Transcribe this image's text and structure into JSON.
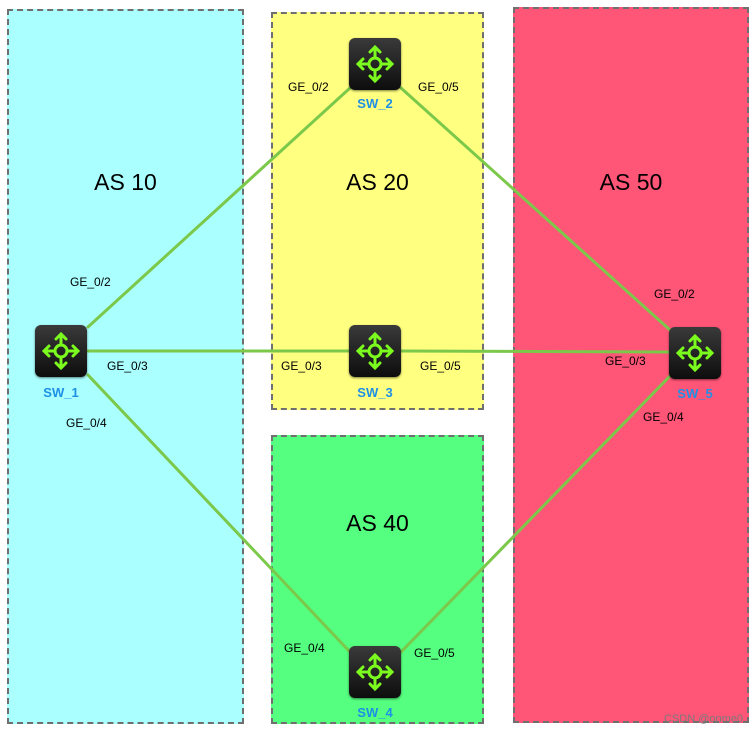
{
  "zones": {
    "as10": {
      "title": "AS 10",
      "color": "#aaffff"
    },
    "as20": {
      "title": "AS 20",
      "color": "#ffff80"
    },
    "as40": {
      "title": "AS 40",
      "color": "#55ff7f"
    },
    "as50": {
      "title": "AS 50",
      "color": "#ff5577"
    }
  },
  "switches": {
    "sw1": "SW_1",
    "sw2": "SW_2",
    "sw3": "SW_3",
    "sw4": "SW_4",
    "sw5": "SW_5"
  },
  "ports": {
    "sw1_p2": "GE_0/2",
    "sw1_p3": "GE_0/3",
    "sw1_p4": "GE_0/4",
    "sw2_p2": "GE_0/2",
    "sw2_p5": "GE_0/5",
    "sw3_p3": "GE_0/3",
    "sw3_p5": "GE_0/5",
    "sw4_p4": "GE_0/4",
    "sw4_p5": "GE_0/5",
    "sw5_p2": "GE_0/2",
    "sw5_p3": "GE_0/3",
    "sw5_p4": "GE_0/4"
  },
  "link_color": "#7cc84a",
  "icon_color": "#7cfc1e",
  "watermark": "CSDN @onme0"
}
